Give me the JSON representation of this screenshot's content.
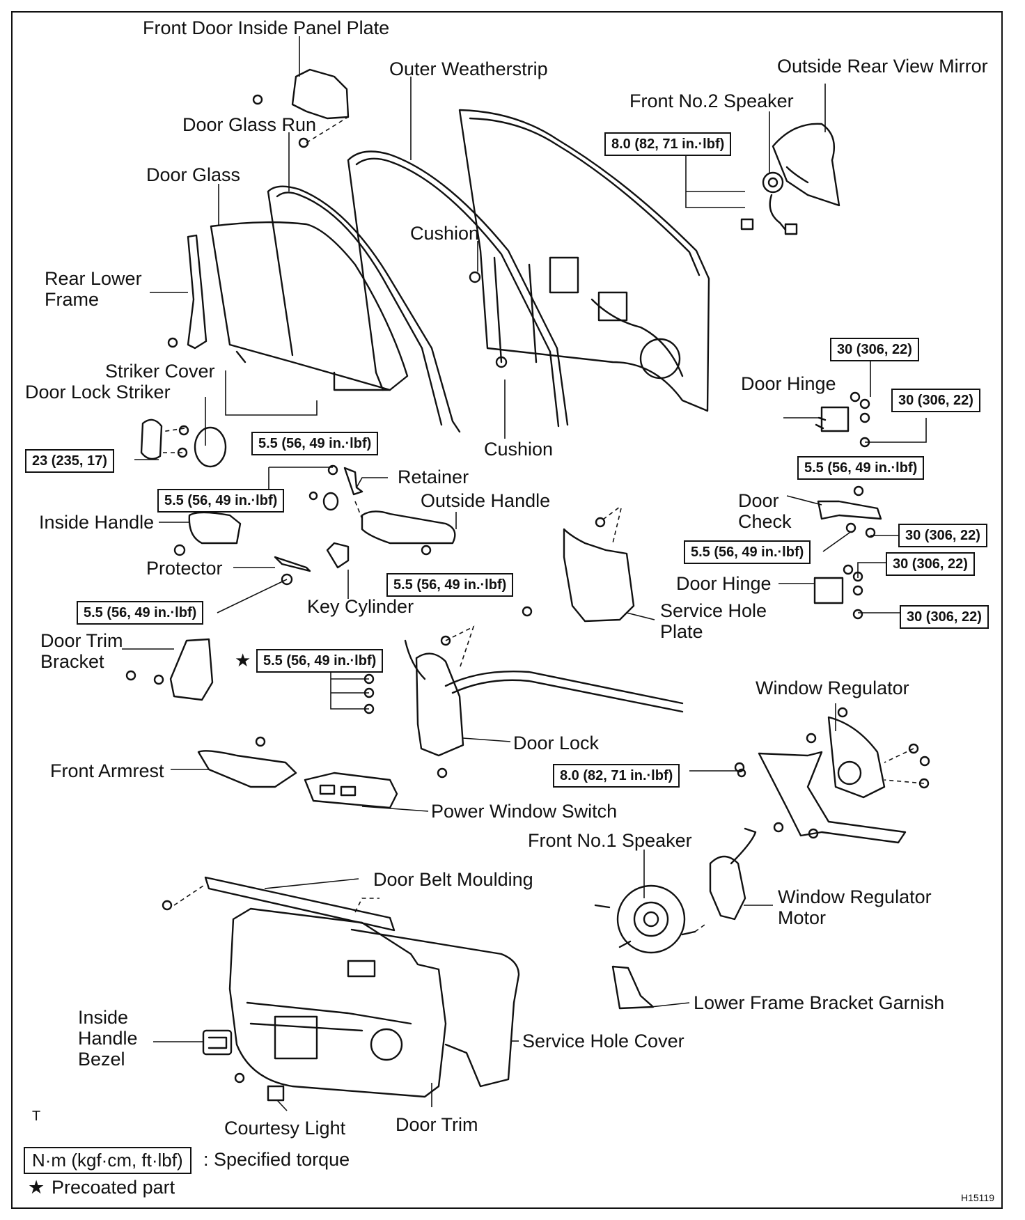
{
  "parts": {
    "front_door_inside_panel_plate": "Front Door Inside Panel Plate",
    "outer_weatherstrip": "Outer Weatherstrip",
    "outside_rear_view_mirror": "Outside Rear View Mirror",
    "front_no2_speaker": "Front No.2 Speaker",
    "door_glass_run": "Door Glass Run",
    "door_glass": "Door Glass",
    "cushion_upper": "Cushion",
    "cushion_lower": "Cushion",
    "rear_lower_frame": "Rear Lower\nFrame",
    "striker_cover": "Striker Cover",
    "door_lock_striker": "Door Lock Striker",
    "door_hinge_upper": "Door Hinge",
    "door_hinge_lower": "Door Hinge",
    "retainer": "Retainer",
    "outside_handle": "Outside Handle",
    "inside_handle": "Inside Handle",
    "protector": "Protector",
    "key_cylinder": "Key Cylinder",
    "door_check": "Door\nCheck",
    "service_hole_plate": "Service Hole\nPlate",
    "door_trim_bracket": "Door Trim\nBracket",
    "window_regulator": "Window Regulator",
    "door_lock": "Door Lock",
    "front_armrest": "Front Armrest",
    "power_window_switch": "Power Window Switch",
    "front_no1_speaker": "Front No.1 Speaker",
    "door_belt_moulding": "Door Belt Moulding",
    "window_regulator_motor": "Window Regulator\nMotor",
    "lower_frame_bracket_garnish": "Lower Frame Bracket Garnish",
    "inside_handle_bezel": "Inside\nHandle\nBezel",
    "service_hole_cover": "Service Hole Cover",
    "courtesy_light": "Courtesy Light",
    "door_trim": "Door Trim"
  },
  "torques": {
    "mirror": "8.0 (82, 71 in.·lbf)",
    "hinge_upper_a": "30 (306, 22)",
    "hinge_upper_b": "30 (306, 22)",
    "striker": "23 (235, 17)",
    "glass": "5.5 (56, 49 in.·lbf)",
    "check_a": "5.5 (56, 49 in.·lbf)",
    "retainer": "5.5 (56, 49 in.·lbf)",
    "check_b": "5.5 (56, 49 in.·lbf)",
    "check_c": "30 (306, 22)",
    "hinge_lower_a": "30 (306, 22)",
    "outside_handle": "5.5 (56, 49 in.·lbf)",
    "protector": "5.5 (56, 49 in.·lbf)",
    "hinge_lower_b": "30 (306, 22)",
    "door_lock_precoated": "5.5 (56, 49 in.·lbf)",
    "regulator": "8.0 (82, 71 in.·lbf)"
  },
  "legend": {
    "torque_format": "N·m (kgf·cm, ft·lbf)",
    "torque_desc": ": Specified torque",
    "star": "★",
    "precoated": "Precoated part"
  },
  "corner_mark": "T",
  "figure_id": "H15119"
}
